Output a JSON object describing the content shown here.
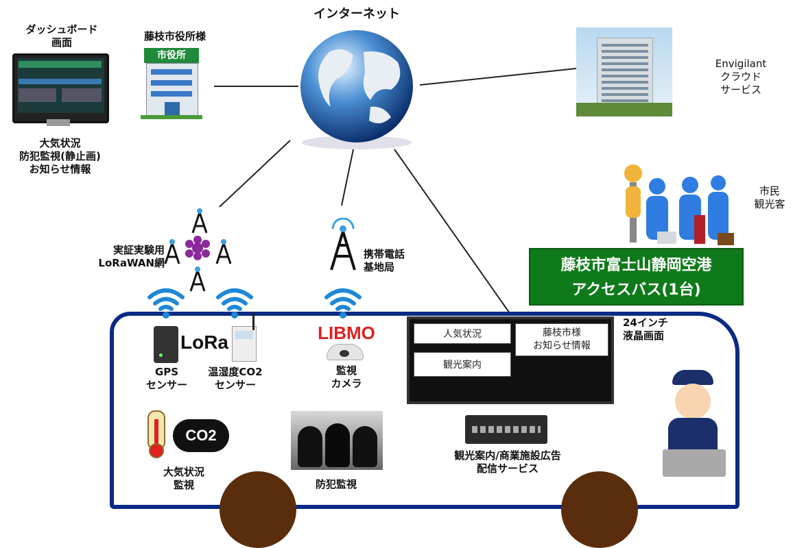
{
  "internet": {
    "label": "インターネット"
  },
  "dashboard": {
    "title_line1": "ダッシュボード",
    "title_line2": "画面",
    "desc_line1": "大気状況",
    "desc_line2": "防犯監視(静止画)",
    "desc_line3": "お知らせ情報"
  },
  "city_hall": {
    "title": "藤枝市役所様",
    "sign": "市役所"
  },
  "cloud": {
    "line1": "Envigilant",
    "line2": "クラウド",
    "line3": "サービス"
  },
  "citizens": {
    "line1": "市民",
    "line2": "観光客"
  },
  "lorawan": {
    "line1": "実証実験用",
    "line2": "LoRaWAN網"
  },
  "base_station": {
    "line1": "携帯電話",
    "line2": "基地局"
  },
  "bus_banner": {
    "line1": "藤枝市富士山静岡空港",
    "line2": "アクセスバス(1台)"
  },
  "lora_logo": "LoRa",
  "gps_sensor": {
    "line1": "GPS",
    "line2": "センサー"
  },
  "env_sensor": {
    "line1": "温湿度CO2",
    "line2": "センサー"
  },
  "camera": {
    "brand": "LIBMO",
    "line1": "監視",
    "line2": "カメラ"
  },
  "display": {
    "line1": "24インチ",
    "line2": "液晶画面",
    "cells": {
      "status": "人気状況",
      "guide": "観光案内",
      "notice_line1": "藤枝市様",
      "notice_line2": "お知らせ情報"
    }
  },
  "signage": {
    "line1": "観光案内/商業施設広告",
    "line2": "配信サービス"
  },
  "air_monitor": {
    "co2": "CO2",
    "line1": "大気状況",
    "line2": "監視"
  },
  "crime": {
    "label": "防犯監視"
  },
  "colors": {
    "bus_outline": "#0a2a85",
    "banner_bg": "#0f7a1a",
    "wheel": "#5a2d0c",
    "wifi": "#1e88d8"
  }
}
